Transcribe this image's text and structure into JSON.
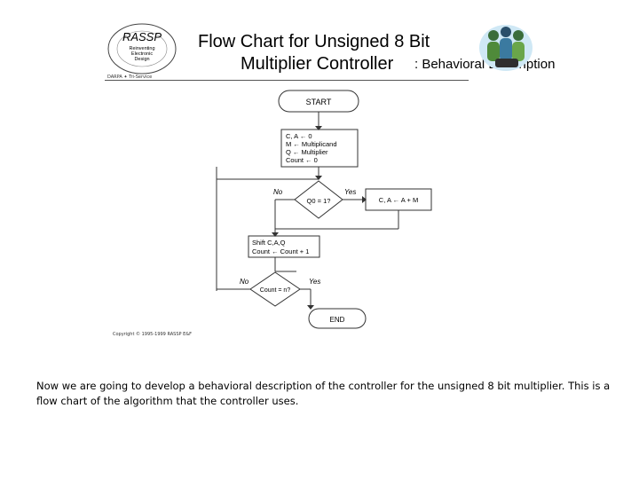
{
  "slide": {
    "title_line1": "Flow Chart for Unsigned 8 Bit",
    "title_line2": "Multiplier Controller",
    "title_suffix": ": Behavioral Description",
    "body_text": "Now we are going to develop a behavioral description of the controller for the unsigned 8 bit multiplier. This is a flow chart of the algorithm that the controller uses."
  },
  "logo": {
    "name": "RASSP",
    "line1": "Reinventing",
    "line2": "Electronic",
    "line3": "Design",
    "caption": "DARPA ✦ Tri-Service"
  },
  "flowchart": {
    "start": "START",
    "init": [
      "C, A ← 0",
      "M ← Multiplicand",
      "Q ← Multiplier",
      "Count ← 0"
    ],
    "decision1": "Q0 = 1?",
    "decision1_no": "No",
    "decision1_yes": "Yes",
    "add_step": "C, A ← A + M",
    "shift": [
      "Shift C,A,Q",
      "Count ← Count + 1"
    ],
    "decision2": "Count = n?",
    "decision2_no": "No",
    "decision2_yes": "Yes",
    "end": "END",
    "copyright": "Copyright © 1995-1999 RASSP E&F"
  }
}
